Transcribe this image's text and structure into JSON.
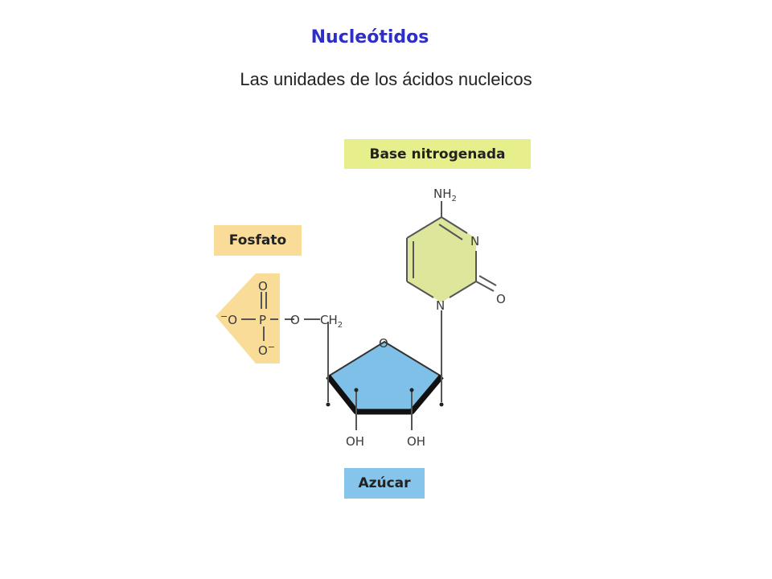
{
  "title": "Nucleótidos",
  "subtitle": "Las unidades de los ácidos nucleicos",
  "labels": {
    "base": "Base nitrogenada",
    "fosfato": "Fosfato",
    "azucar": "Azúcar"
  },
  "atoms": {
    "nh2": "NH",
    "nh2_sub": "2",
    "n_ring_upper": "N",
    "n_ring_lower": "N",
    "o_carbonyl": "O",
    "o_ring": "O",
    "oh_left": "OH",
    "oh_right": "OH",
    "ch2": "CH",
    "ch2_sub": "2",
    "p": "P",
    "o_top": "O",
    "o_bottom": "O",
    "o_left": "O",
    "o_link": "O",
    "minus": "−"
  },
  "colors": {
    "title": "#2e2ec8",
    "base_highlight": "#e6ef8c",
    "fosfato_highlight": "#f8dc98",
    "azucar_highlight": "#86c4ec",
    "base_ring_fill": "#dde69a",
    "sugar_fill": "#7fc0e8",
    "phosphate_fill": "#f8dc98"
  }
}
